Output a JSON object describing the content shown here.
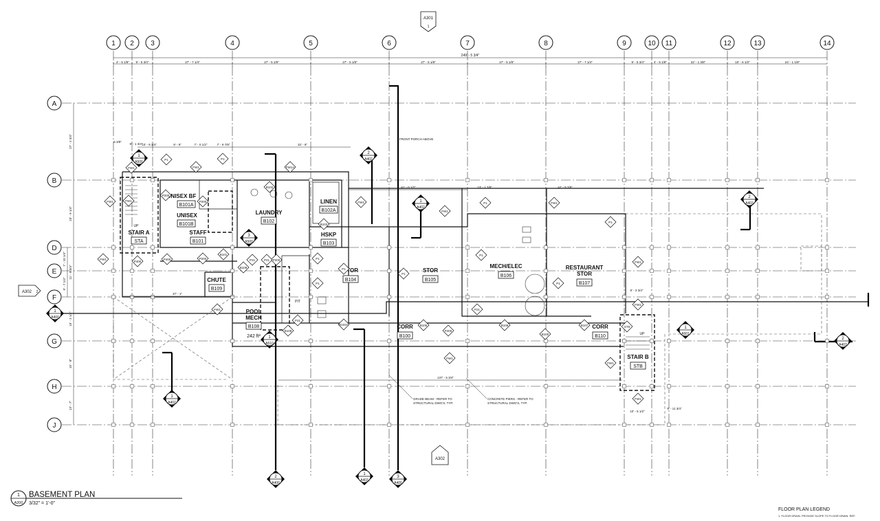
{
  "sheet_refs": {
    "top": "A301",
    "top_num": "1",
    "bottom": "A302",
    "left": "A302",
    "left_num": "2"
  },
  "columns": [
    "1",
    "2",
    "3",
    "4",
    "5",
    "6",
    "7",
    "8",
    "9",
    "10",
    "11",
    "12",
    "13",
    "14"
  ],
  "rows": [
    "A",
    "B",
    "D",
    "E",
    "F",
    "G",
    "H",
    "J"
  ],
  "overall_dim": "249' - 5 3/4\"",
  "col_dims": [
    "4' - 5 1/8\"",
    "9' - 5 3/4\"",
    "27' - 7 1/4\"",
    "27' - 5 1/8\"",
    "27' - 5 1/8\"",
    "27' - 5 1/8\"",
    "27' - 5 1/8\"",
    "27' - 7 1/4\"",
    "9' - 5 3/4\"",
    "4' - 5 1/8\"",
    "22' - 1 3/8\"",
    "10' - 6 1/2\"",
    "24' - 1 1/8\""
  ],
  "row_dims": [
    "27' - 2 3/4\"",
    "23' - 9 1/4\"",
    "11' - 8 3/4\"",
    "15' - 3 1/4\"",
    "15' - 8\"",
    "13' - 7\""
  ],
  "row_dims_small": [
    "7' - 10 1/4\"",
    "9' - 7 1/4\""
  ],
  "rooms": [
    {
      "name": "UNISEX BF",
      "num": "B101A"
    },
    {
      "name": "UNISEX",
      "num": "B101B"
    },
    {
      "name": "STAFF",
      "num": "B101"
    },
    {
      "name": "STAIR A",
      "num": "STA"
    },
    {
      "name": "LAUNDRY",
      "num": "B102"
    },
    {
      "name": "LINEN",
      "num": "B102A"
    },
    {
      "name": "HSKP",
      "num": "B103"
    },
    {
      "name": "STOR",
      "num": "B104"
    },
    {
      "name": "STOR",
      "num": "B105"
    },
    {
      "name": "MECH/ELEC",
      "num": "B106"
    },
    {
      "name": "RESTAURANT STOR",
      "num": "B107"
    },
    {
      "name": "CHUTE",
      "num": "B109"
    },
    {
      "name": "POOL MECH",
      "num": "B108"
    },
    {
      "name": "CORR",
      "num": "B100"
    },
    {
      "name": "CORR",
      "num": "B110"
    },
    {
      "name": "STAIR B",
      "num": "STB"
    }
  ],
  "notes": {
    "front_porch": "FRONT PORCH ABOVE",
    "grade_beam": "GRADE BEAM - REFER TO STRUCTURAL DWG'S, TYP.",
    "piers": "CONCRETE PIERS - REFER TO STRUCTURAL DWG'S, TYP.",
    "area": "242 ft²",
    "pit": "PIT",
    "up": "UP"
  },
  "interior_dims": [
    "10' - 9 3/4\"",
    "9' - 9\"",
    "7' - 0 1/2\"",
    "7' - 9 7/8\"",
    "32' - 9\"",
    "41' - 0 1/2\"",
    "13' - 1 7/8\"",
    "42' - 9 7/8\"",
    "9' - 1 3/4\"",
    "6 3/8\"",
    "37' - 1\"",
    "137' - 5 3/4\"",
    "9' - 3 3/4\"",
    "10' - 5 1/2\"",
    "9' - 11 3/4\""
  ],
  "tags": [
    "P1",
    "P2",
    "FW1",
    "FW1A",
    "FW1B",
    "P200",
    "P400",
    "P21",
    "B104A",
    "B105",
    "B106",
    "B107",
    "B100",
    "B108",
    "B109",
    "B101",
    "B102",
    "B103",
    "ST8"
  ],
  "section_marks": [
    {
      "num": "1",
      "sheet": "A500"
    },
    {
      "num": "2",
      "sheet": "A402"
    },
    {
      "num": "1",
      "sheet": "A402"
    },
    {
      "num": "2",
      "sheet": "A403"
    },
    {
      "num": "2",
      "sheet": "A403"
    },
    {
      "num": "1",
      "sheet": "A400"
    },
    {
      "num": "1",
      "sheet": "A501"
    },
    {
      "num": "1",
      "sheet": "A402"
    },
    {
      "num": "2",
      "sheet": "A400"
    },
    {
      "num": "1",
      "sheet": "A403"
    },
    {
      "num": "3",
      "sheet": "A400"
    },
    {
      "num": "3",
      "sheet": "A500"
    },
    {
      "num": "1",
      "sheet": "A510"
    }
  ],
  "title": {
    "num": "1",
    "sheet": "A200",
    "name": "BASEMENT PLAN",
    "scale": "3/32\" = 1'-0\""
  },
  "legend": {
    "title": "FLOOR PLAN LEGEND",
    "item": "1.   FLOOR DRAIN. PROVIDE SLOPE TO FLOOR DRAIN. REF."
  }
}
